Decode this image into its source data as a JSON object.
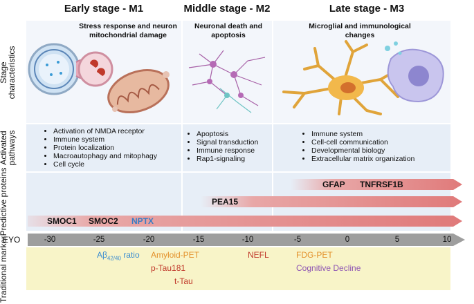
{
  "stages": [
    {
      "title": "Early stage - M1",
      "subtitle": "Stress response and neuron mitochondrial damage",
      "pathways": [
        "Activation of NMDA receptor",
        "Immune system",
        "Protein localization",
        "Macroautophagy and mitophagy",
        "Cell cycle"
      ]
    },
    {
      "title": "Middle stage - M2",
      "subtitle": "Neuronal death and apoptosis",
      "pathways": [
        "Apoptosis",
        "Signal transduction",
        "Immune response",
        "Rap1-signaling"
      ]
    },
    {
      "title": "Late stage - M3",
      "subtitle": "Microglial and immunological changes",
      "pathways": [
        "Immune system",
        "Cell-cell communication",
        "Developmental biology",
        "Extracellular matrix organization"
      ]
    }
  ],
  "row_labels": {
    "stage": "Stage characteristics",
    "pathways": "Activated pathways",
    "proteins": "Predictive proteins",
    "eyo": "EYO",
    "traditional": "Traditional marker"
  },
  "eyo_ticks": [
    "-30",
    "-25",
    "-20",
    "-15",
    "-10",
    "-5",
    "0",
    "5",
    "10"
  ],
  "proteins": {
    "late": [
      {
        "label": "GFAP",
        "color": "#c0392b"
      },
      {
        "label": "TNFRSF1B",
        "color": "#c0392b"
      }
    ],
    "middle": [
      {
        "label": "PEA15",
        "color": "#c0392b"
      }
    ],
    "early": [
      {
        "label": "SMOC1",
        "color": "#c0392b"
      },
      {
        "label": "SMOC2",
        "color": "#c0392b"
      },
      {
        "label": "NPTX",
        "color": "#3a7cc4"
      }
    ]
  },
  "markers": {
    "abeta": {
      "main": "Aβ",
      "sub": "42/40",
      "rest": " ratio",
      "color": "#3a8cd0"
    },
    "amyloid_pet": {
      "label": "Amyloid-PET",
      "color": "#e3912b"
    },
    "ptau": {
      "label": "p-Tau181",
      "color": "#c0392b"
    },
    "ttau": {
      "label": "t-Tau",
      "color": "#c0392b"
    },
    "nefl": {
      "label": "NEFL",
      "color": "#c0392b"
    },
    "fdg_pet": {
      "label": "FDG-PET",
      "color": "#e3912b"
    },
    "cognitive": {
      "label": "Cognitive Decline",
      "color": "#8e55b3"
    }
  },
  "colors": {
    "arrow": "#e8a7a7",
    "arrow_tip": "#e07a7a",
    "eyo_bar": "#9e9e9e"
  }
}
